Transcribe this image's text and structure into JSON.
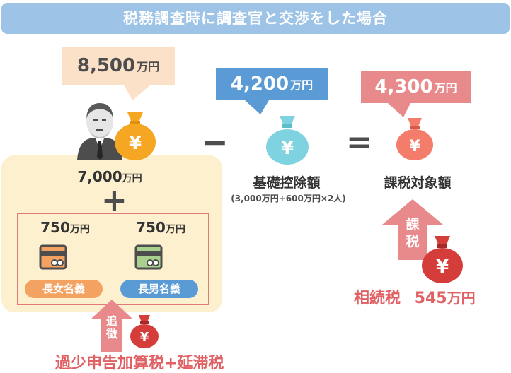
{
  "title": "税務調査時に調査官と交渉をした場合",
  "estate": {
    "amount_number": "8,500",
    "amount_unit": "万円",
    "inherited_number": "7,000",
    "inherited_unit": "万円",
    "plus": "+"
  },
  "named_deposits": [
    {
      "amount_number": "750",
      "amount_unit": "万円",
      "label": "長女名義",
      "color": "#f4a261"
    },
    {
      "amount_number": "750",
      "amount_unit": "万円",
      "label": "長男名義",
      "color": "#5b9bd5"
    }
  ],
  "minus": "−",
  "deduction": {
    "amount_number": "4,200",
    "amount_unit": "万円",
    "label": "基礎控除額",
    "formula": "(3,000万円+600万円×2人)",
    "color": "#5b9bd5"
  },
  "equals": "=",
  "taxable": {
    "amount_number": "4,300",
    "amount_unit": "万円",
    "label": "課税対象額",
    "color": "#e88a8c"
  },
  "taxation_arrow": {
    "text": "課税"
  },
  "inheritance_tax": {
    "label": "相続税",
    "amount_number": "545",
    "amount_unit": "万円"
  },
  "additional_arrow": {
    "text": "追徴"
  },
  "penalty": {
    "text": "過少申告加算税+延滞税"
  },
  "yen_symbol": "¥",
  "colors": {
    "banner": "#9dc3e6",
    "estate_bg": "#fdf0cf",
    "bag_gold": "#f5a623",
    "bag_teal": "#7fd3e0",
    "bag_salmon": "#f47c6a",
    "bag_red": "#d43d3a",
    "red_text": "#e06063"
  },
  "icons": [
    "person-icon",
    "money-bag-icon",
    "bankbook-icon",
    "up-arrow-icon"
  ]
}
